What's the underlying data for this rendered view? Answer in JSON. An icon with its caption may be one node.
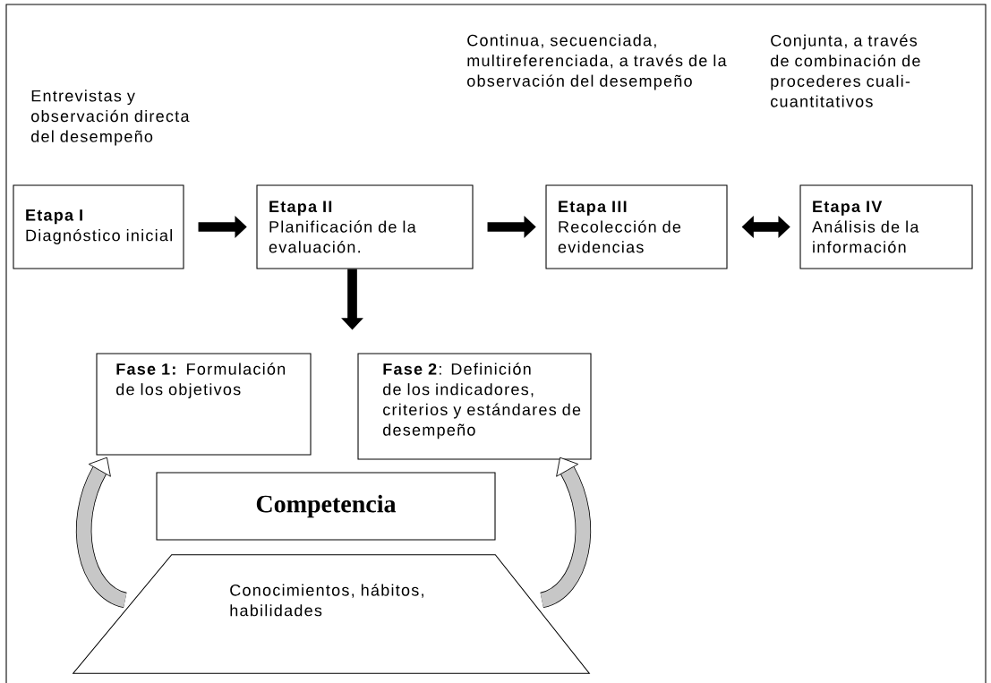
{
  "diagram": {
    "nodes": [
      {
        "text": [
          "Etapa I",
          "Diagnóstico inicial"
        ],
        "beside": [
          "Entrevistas y observación directa del desempeño"
        ]
      },
      {
        "text": [
          "Etapa II",
          "Planificación de la evaluación."
        ]
      },
      {
        "text": [
          "Etapa III",
          "Recolección de evidencias"
        ]
      },
      {
        "text": [
          "Etapa IV",
          "Análisis de la información"
        ]
      },
      {
        "text": [
          "**Fase 1:** Formulación de los objetivos"
        ]
      },
      {
        "text": [
          "**Fase 2**: Definición de los indicadores, criterios y estándares de desempeño"
        ]
      },
      {
        "text": [
          "Competencia"
        ]
      },
      {
        "text": [
          "Conocimientos, hábitos, habilidades"
        ]
      }
    ],
    "edges": [
      {
        "from": 0,
        "to": 1,
        "arrow": "to"
      },
      {
        "from": 1,
        "to": 2,
        "arrow": "to"
      },
      {
        "from": 2,
        "to": 3,
        "arrow": "both"
      },
      {
        "from": 1,
        "to": null,
        "arrow": "to"
      },
      {
        "from": 7,
        "to": 4,
        "arrow": "to"
      },
      {
        "from": 7,
        "to": 5,
        "arrow": "to"
      }
    ],
    "labels": [
      "Continua, secuenciada, multireferenciada, a través de la observación del desempeño",
      "Conjunta, a través de combinación de procederes cuali-cuantitativos"
    ]
  }
}
